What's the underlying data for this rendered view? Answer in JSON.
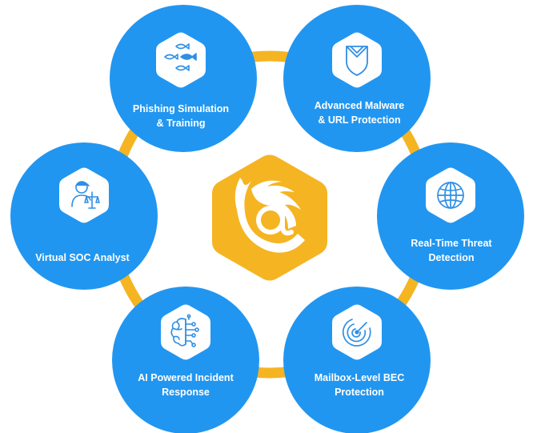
{
  "colors": {
    "node_blue": "#2196f0",
    "ring_gold": "#f5b422",
    "center_gold": "#f5b422",
    "hexagon_white": "#ffffff",
    "icon_blue": "#2f8fe6"
  },
  "center": {
    "icon": "at-sign-flame-logo"
  },
  "nodes": [
    {
      "id": "phishing",
      "icon": "fish-icon",
      "line1": "Phishing Simulation",
      "line2": "& Training"
    },
    {
      "id": "malware",
      "icon": "shield-envelope-icon",
      "line1": "Advanced Malware",
      "line2": "& URL Protection"
    },
    {
      "id": "threat",
      "icon": "globe-icon",
      "line1": "Real-Time Threat",
      "line2": "Detection"
    },
    {
      "id": "bec",
      "icon": "radar-target-icon",
      "line1": "Mailbox-Level BEC",
      "line2": "Protection"
    },
    {
      "id": "ai",
      "icon": "brain-circuit-icon",
      "line1": "AI Powered Incident",
      "line2": "Response"
    },
    {
      "id": "soc",
      "icon": "analyst-scales-icon",
      "line1": "Virtual SOC Analyst",
      "line2": ""
    }
  ]
}
